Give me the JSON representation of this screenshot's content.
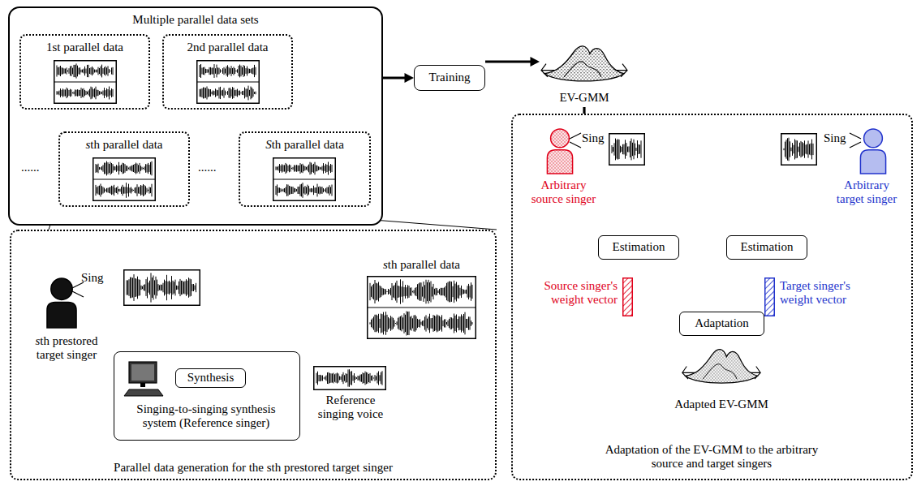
{
  "diagram": {
    "nodes": [
      {
        "text": [
          "Multiple parallel data sets"
        ]
      },
      {
        "text": [
          "1st parallel data"
        ],
        "in": 0
      },
      {
        "text": [
          "2nd parallel data"
        ],
        "in": 0
      },
      {
        "text": [
          "sth parallel data"
        ],
        "in": 0
      },
      {
        "text": [
          "Sth parallel data"
        ],
        "in": 0
      },
      {
        "text": [
          "Training"
        ]
      },
      {
        "text": [
          "EV-GMM"
        ]
      },
      {
        "text": [
          "Parallel data generation for the sth prestored target singer"
        ]
      },
      {
        "text": [
          "Sing",
          "sth prestored target singer"
        ],
        "in": 7
      },
      {
        "text": [
          "sth parallel data"
        ],
        "in": 7
      },
      {
        "text": [
          "Singing-to-singing synthesis system (Reference singer)"
        ],
        "in": 7
      },
      {
        "text": [
          "Synthesis"
        ],
        "in": 10
      },
      {
        "text": [
          "Reference singing voice"
        ],
        "in": 7
      },
      {
        "text": [
          "Adaptation of the EV-GMM to the arbitrary source and target singers"
        ]
      },
      {
        "text": [
          "Sing",
          "Arbitrary source singer"
        ],
        "in": 13
      },
      {
        "text": [
          "Sing",
          "Arbitrary target singer"
        ],
        "in": 13
      },
      {
        "text": [
          "Estimation"
        ],
        "in": 13
      },
      {
        "text": [
          "Estimation"
        ],
        "in": 13
      },
      {
        "text": [
          "Source singer's weight vector"
        ],
        "in": 13
      },
      {
        "text": [
          "Target singer's weight vector"
        ],
        "in": 13
      },
      {
        "text": [
          "Adaptation"
        ],
        "in": 13
      },
      {
        "text": [
          "Adapted EV-GMM"
        ],
        "in": 13
      }
    ],
    "edges": [
      {
        "from": 0,
        "to": 5,
        "arrow": "to"
      },
      {
        "from": 5,
        "to": 6,
        "arrow": "to"
      },
      {
        "from": 6,
        "to": 16,
        "arrow": "to"
      },
      {
        "from": 6,
        "to": 17,
        "arrow": "to"
      },
      {
        "from": 6,
        "to": 20,
        "arrow": "to"
      },
      {
        "from": 14,
        "to": 16,
        "arrow": "to"
      },
      {
        "from": 15,
        "to": 17,
        "arrow": "to"
      },
      {
        "from": 16,
        "to": 18,
        "arrow": "to"
      },
      {
        "from": 17,
        "to": 19,
        "arrow": "to"
      },
      {
        "from": 18,
        "to": 20,
        "arrow": "to"
      },
      {
        "from": 19,
        "to": 20,
        "arrow": "to"
      },
      {
        "from": 20,
        "to": 21,
        "arrow": "to"
      },
      {
        "from": 8,
        "to": 9,
        "arrow": "to"
      },
      {
        "from": 8,
        "to": 10,
        "arrow": "to"
      },
      {
        "from": 10,
        "to": 12,
        "arrow": "to"
      },
      {
        "from": 12,
        "to": 9,
        "arrow": "to"
      }
    ],
    "labels": [
      "......",
      "......"
    ]
  }
}
